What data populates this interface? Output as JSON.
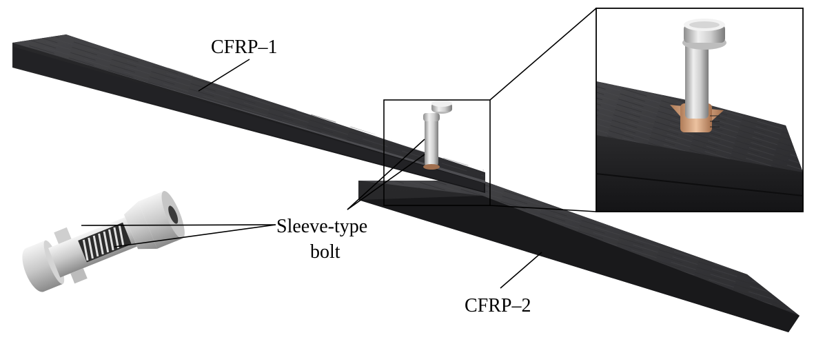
{
  "labels": {
    "cfrp_1": "CFRP–1",
    "cfrp_2": "CFRP–2",
    "bolt_line1": "Sleeve-type",
    "bolt_line2": "bolt"
  },
  "colors": {
    "laminate_top": "#3a3a3c",
    "laminate_side": "#1f1f21",
    "bolt_metal": "#c9c9c9",
    "sleeve": "#d9a27a",
    "background": "#ffffff"
  }
}
